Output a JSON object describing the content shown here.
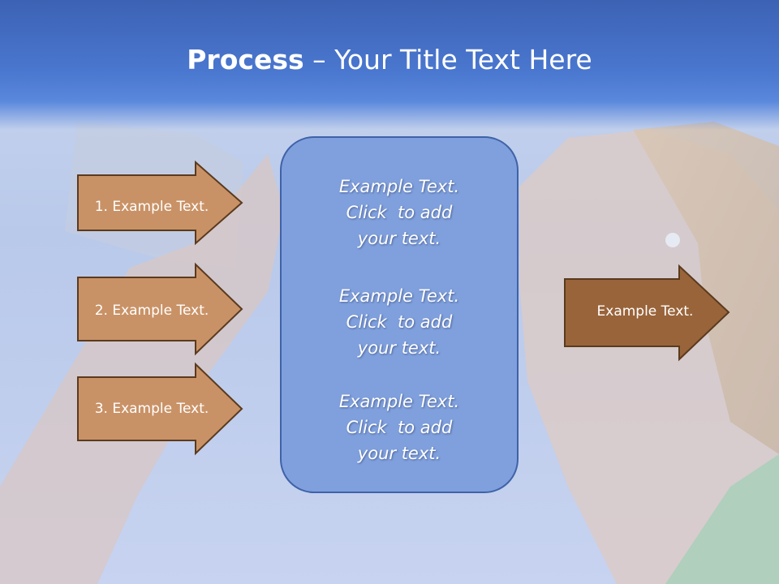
{
  "slide": {
    "title_bold": "Process",
    "title_rest": " – Your Title Text Here"
  },
  "left_arrows": [
    {
      "label": "1. Example Text."
    },
    {
      "label": "2. Example Text."
    },
    {
      "label": "3. Example Text."
    }
  ],
  "center_box": {
    "blocks": [
      {
        "lines": [
          "Example Text.",
          "Click  to add",
          "your text."
        ]
      },
      {
        "lines": [
          "Example Text.",
          "Click  to add",
          "your text."
        ]
      },
      {
        "lines": [
          "Example Text.",
          "Click  to add",
          "your text."
        ]
      }
    ]
  },
  "right_arrow": {
    "label": "Example Text."
  },
  "colors": {
    "title_band": "#4a77cf",
    "left_arrow_fill": "#c99266",
    "right_arrow_fill": "#99643a",
    "arrow_border": "#5a3a1e",
    "center_box_fill": "#7fa0dd",
    "center_box_border": "#3f62a8"
  }
}
